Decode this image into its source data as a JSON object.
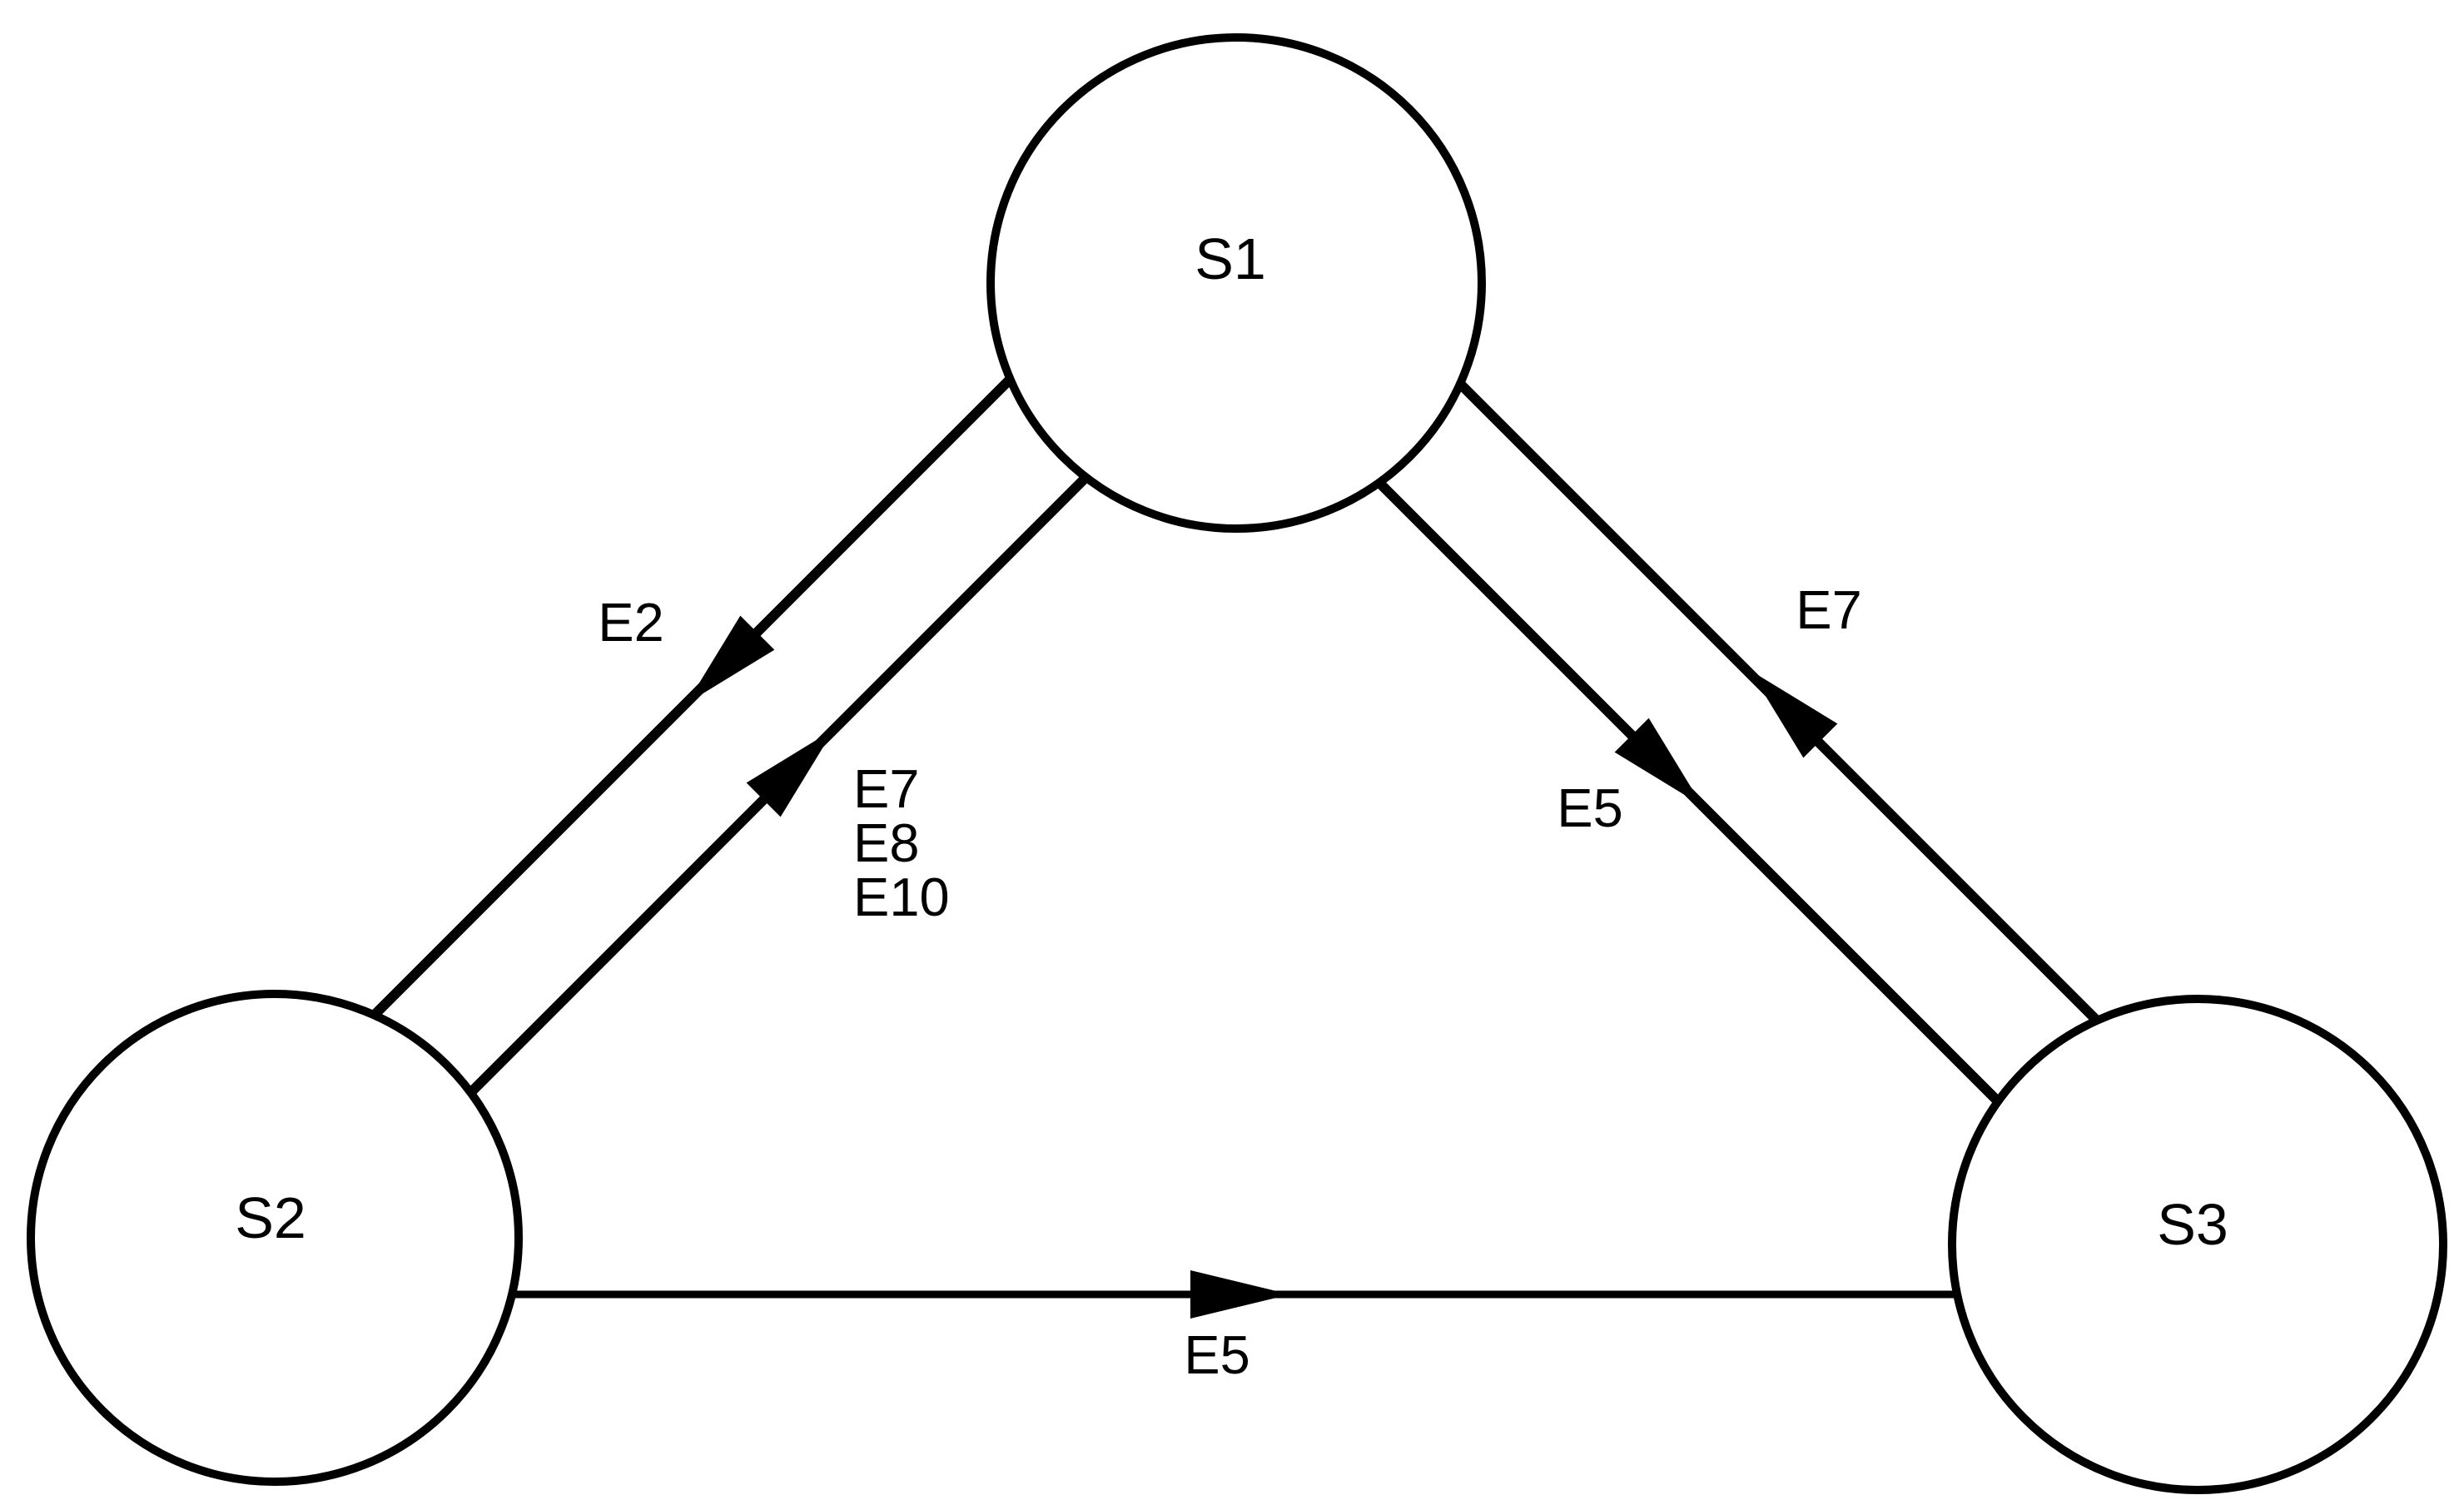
{
  "diagram": {
    "type": "state-transition-graph",
    "colors": {
      "background": "#ffffff",
      "line": "#000000",
      "text": "#000000"
    },
    "nodes": [
      {
        "id": "S1",
        "label": "S1"
      },
      {
        "id": "S2",
        "label": "S2"
      },
      {
        "id": "S3",
        "label": "S3"
      }
    ],
    "edges": [
      {
        "from": "S1",
        "to": "S2",
        "labels": [
          "E2"
        ]
      },
      {
        "from": "S2",
        "to": "S1",
        "labels": [
          "E7",
          "E8",
          "E10"
        ]
      },
      {
        "from": "S1",
        "to": "S3",
        "labels": [
          "E5"
        ]
      },
      {
        "from": "S3",
        "to": "S1",
        "labels": [
          "E7"
        ]
      },
      {
        "from": "S2",
        "to": "S3",
        "labels": [
          "E5"
        ]
      }
    ]
  }
}
